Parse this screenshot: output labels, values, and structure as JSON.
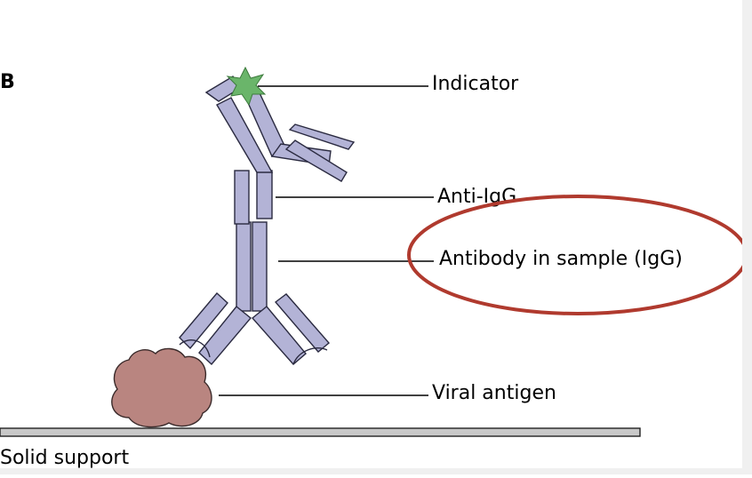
{
  "panel_label": "B",
  "labels": {
    "indicator": "Indicator",
    "anti_igg": "Anti-IgG",
    "antibody_in_sample": "Antibody in sample (IgG)",
    "viral_antigen": "Viral antigen",
    "solid_support": "Solid support"
  },
  "colors": {
    "antibody": "#b3b3d6",
    "indicator": "#6ab56a",
    "antigen": "#b98580",
    "highlight_ellipse": "#b03a2e",
    "support": "#c8c8c8"
  },
  "icons": [
    "indicator-star-icon",
    "antibody-shape",
    "antigen-blob"
  ]
}
